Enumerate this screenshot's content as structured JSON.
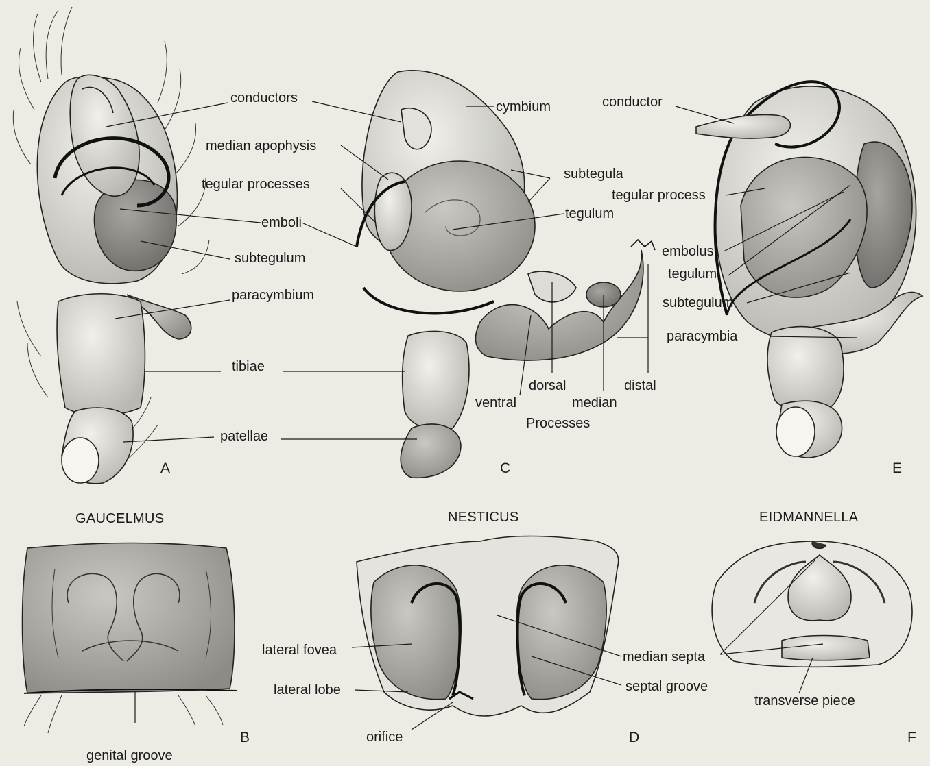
{
  "panels": {
    "A": {
      "letter": "A",
      "labels": {
        "conductors": "conductors",
        "emboli": "emboli",
        "subtegulum": "subtegulum",
        "paracymbium": "paracymbium",
        "tibiae": "tibiae",
        "patellae": "patellae"
      }
    },
    "C": {
      "letter": "C",
      "labels": {
        "cymbium": "cymbium",
        "median_apophysis": "median apophysis",
        "tegular_processes": "tegular processes",
        "subtegula": "subtegula",
        "tegulum": "tegulum",
        "dorsal": "dorsal",
        "ventral": "ventral",
        "median": "median",
        "distal": "distal",
        "processes": "Processes"
      }
    },
    "E": {
      "letter": "E",
      "labels": {
        "conductor": "conductor",
        "tegular_process": "tegular process",
        "embolus": "embolus",
        "tegulum": "tegulum",
        "subtegulum": "subtegulum",
        "paracymbia": "paracymbia"
      }
    },
    "B": {
      "letter": "B",
      "genus": "GAUCELMUS",
      "labels": {
        "genital_groove": "genital groove"
      }
    },
    "D": {
      "letter": "D",
      "genus": "NESTICUS",
      "labels": {
        "lateral_fovea": "lateral fovea",
        "lateral_lobe": "lateral lobe",
        "orifice": "orifice",
        "median_septa": "median septa",
        "septal_groove": "septal groove"
      }
    },
    "F": {
      "letter": "F",
      "genus": "EIDMANNELLA",
      "labels": {
        "transverse_piece": "transverse piece"
      }
    }
  },
  "colors": {
    "paper": "#ecebe4",
    "ink": "#1b1b1b",
    "shade_light": "#d7d6d0",
    "shade_mid": "#aeada8",
    "shade_dark": "#7d7c78"
  }
}
